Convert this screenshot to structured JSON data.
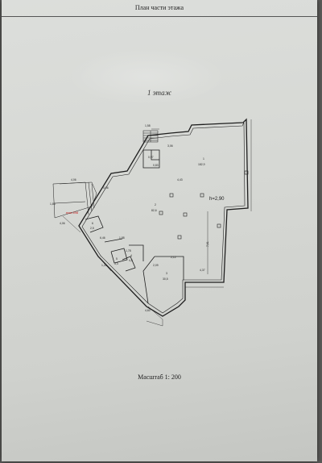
{
  "header": {
    "title": "План части этажа"
  },
  "plan": {
    "floor_label": "1 этаж",
    "height_label": "h=2,90",
    "highlight_label": "пом.398",
    "rooms": [
      {
        "number": "1",
        "area": "182,9"
      },
      {
        "number": "2",
        "area": "82,6"
      },
      {
        "number": "3",
        "area": "30,5"
      },
      {
        "number": "4",
        "area": "4,5"
      },
      {
        "number": "5",
        "area": "3,3"
      },
      {
        "number": "6",
        "area": "2,5"
      }
    ],
    "dimensions": [
      "1,58",
      "3,06",
      "4,43",
      "0,97",
      "0,83",
      "4,06",
      "1,86",
      "4,06",
      "4,06",
      "6,46",
      "2,12",
      "1,88",
      "4,37",
      "2,09",
      "1,78",
      "7,61",
      "1,22",
      "4,60"
    ]
  },
  "footer": {
    "scale": "Масштаб 1: 200"
  },
  "colors": {
    "paper": "#d6d8d4",
    "lines": "#1e1e1e",
    "highlight": "#c41a1a"
  }
}
